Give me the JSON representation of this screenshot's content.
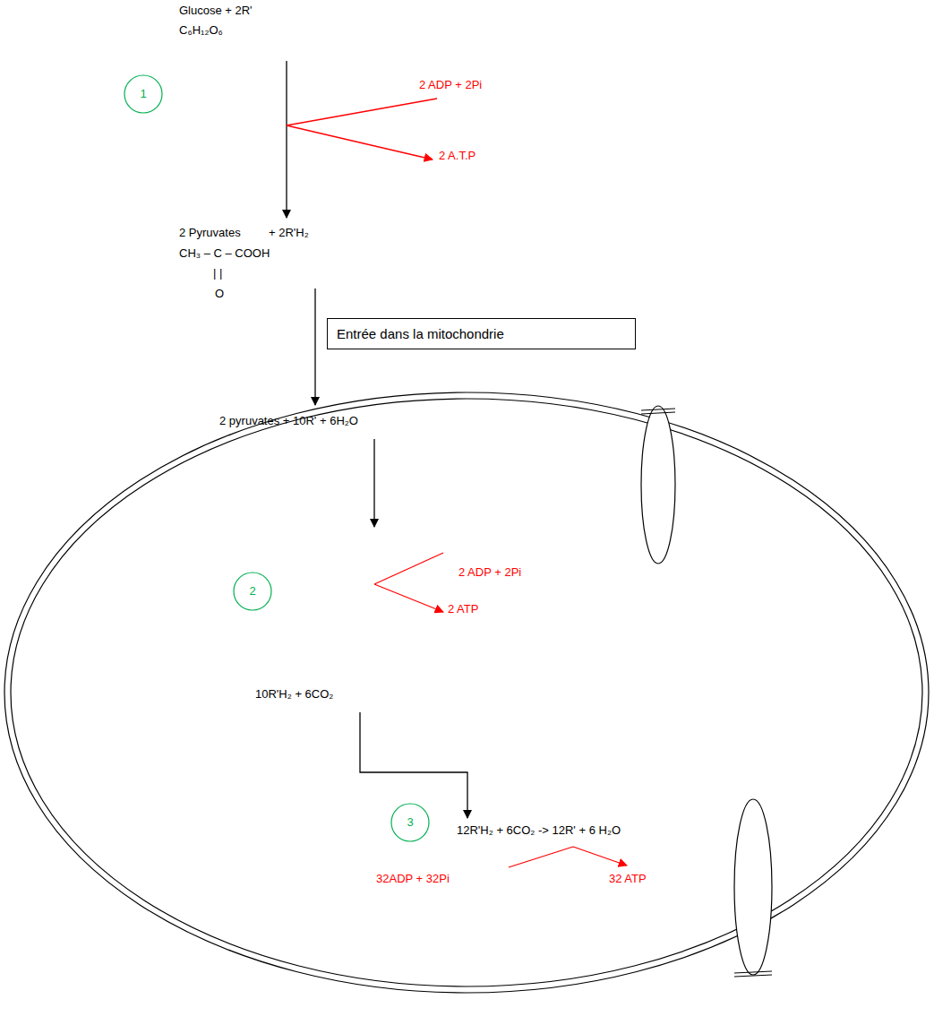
{
  "diagram": {
    "nodes": [
      {
        "text": [
          "1"
        ]
      },
      {
        "text": [
          "Entrée dans la mitochondrie"
        ]
      },
      {
        "text": [
          "2"
        ]
      },
      {
        "text": [
          "3"
        ]
      }
    ],
    "labels": [
      "Glucose + 2R'",
      "C₆H₁₂O₆",
      "2 ADP + 2Pi",
      "2 A.T.P",
      "2 Pyruvates",
      "+ 2R'H₂",
      "CH₃ – C – COOH",
      "| |",
      "O",
      "2 pyruvates + 10R' + 6H₂O",
      "2 ADP + 2Pi",
      "2 ATP",
      "10R'H₂ + 6CO₂",
      "12R'H₂ + 6CO₂ -> 12R' + 6 H₂O",
      "32ADP + 32Pi",
      "32 ATP"
    ]
  }
}
